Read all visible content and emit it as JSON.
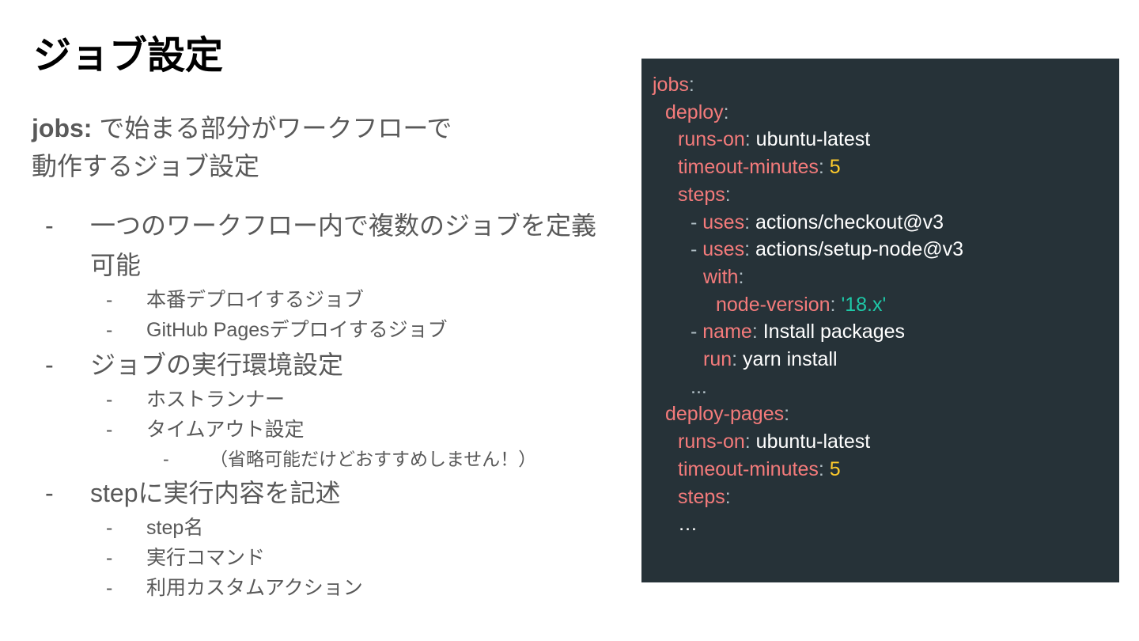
{
  "slide": {
    "title": "ジョブ設定",
    "lead": {
      "keyword": "jobs:",
      "line1_rest": " で始まる部分がワークフローで",
      "line2": "動作するジョブ設定"
    },
    "bullets": [
      {
        "level": 1,
        "text": "一つのワークフロー内で複数のジョブを定義可能"
      },
      {
        "level": 2,
        "text": "本番デプロイするジョブ"
      },
      {
        "level": 2,
        "text": "GitHub Pagesデプロイするジョブ"
      },
      {
        "level": 1,
        "text": "ジョブの実行環境設定"
      },
      {
        "level": 2,
        "text": "ホストランナー"
      },
      {
        "level": 2,
        "text": "タイムアウト設定"
      },
      {
        "level": 3,
        "text": "（省略可能だけどおすすめしません！）"
      },
      {
        "level": 1,
        "text": "stepに実行内容を記述"
      },
      {
        "level": 2,
        "text": "step名"
      },
      {
        "level": 2,
        "text": "実行コマンド"
      },
      {
        "level": 2,
        "text": "利用カスタムアクション"
      }
    ],
    "bullet_marker": "-"
  },
  "code": {
    "lines": [
      {
        "indent": 0,
        "key": "jobs"
      },
      {
        "indent": 1,
        "key": "deploy"
      },
      {
        "indent": 2,
        "key": "runs-on",
        "value": "ubuntu-latest",
        "kind": "plain"
      },
      {
        "indent": 2,
        "key": "timeout-minutes",
        "value": "5",
        "kind": "number"
      },
      {
        "indent": 2,
        "key": "steps"
      },
      {
        "indent": 3,
        "dash": true,
        "key": "uses",
        "value": "actions/checkout@v3",
        "kind": "plain"
      },
      {
        "indent": 3,
        "dash": true,
        "key": "uses",
        "value": "actions/setup-node@v3",
        "kind": "plain"
      },
      {
        "indent": 4,
        "key": "with"
      },
      {
        "indent": 5,
        "key": "node-version",
        "value": "'18.x'",
        "kind": "string"
      },
      {
        "indent": 3,
        "dash": true,
        "key": "name",
        "value": "Install packages",
        "kind": "plain"
      },
      {
        "indent": 4,
        "key": "run",
        "value": "yarn install",
        "kind": "plain"
      },
      {
        "indent": 3,
        "text": "...",
        "kind": "ellipsis"
      },
      {
        "indent": 1,
        "key": "deploy-pages"
      },
      {
        "indent": 2,
        "key": "runs-on",
        "value": "ubuntu-latest",
        "kind": "plain"
      },
      {
        "indent": 2,
        "key": "timeout-minutes",
        "value": "5",
        "kind": "number"
      },
      {
        "indent": 2,
        "key": "steps"
      },
      {
        "indent": 2,
        "text": "…",
        "kind": "plain-text"
      }
    ]
  },
  "colors": {
    "panel_background": "#263238",
    "yaml_key": "#f47b7b",
    "yaml_number": "#ffcb2b",
    "yaml_string": "#1ec9a8",
    "yaml_value": "#ffffff",
    "body_text": "#595959",
    "title_text": "#000000"
  }
}
